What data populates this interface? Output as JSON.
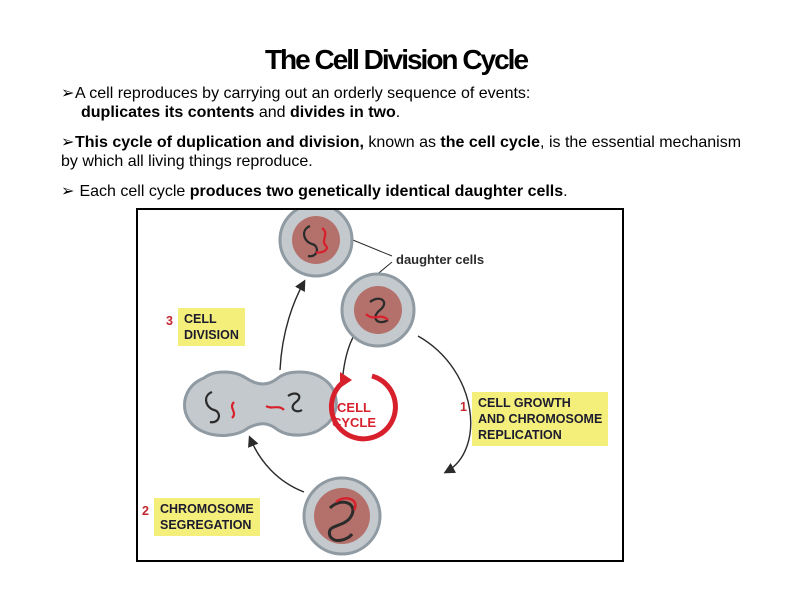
{
  "title": "The Cell Division Cycle",
  "bullets": {
    "b1_pre": "A cell reproduces by carrying out an orderly sequence of events:",
    "b1_bold1": "duplicates its contents",
    "b1_mid": " and ",
    "b1_bold2": "divides in two",
    "b1_end": ".",
    "b2_bold1": "This cycle of duplication and division,",
    "b2_mid": " known as ",
    "b2_bold2": "the cell cycle",
    "b2_end": ", is the essential mechanism by which all living things reproduce.",
    "b3_pre": " Each cell cycle ",
    "b3_bold": "produces two genetically identical daughter cells",
    "b3_end": "."
  },
  "diagram": {
    "daughter_label": "daughter cells",
    "center_line1": "CELL",
    "center_line2": "CYCLE",
    "stage1_num": "1",
    "stage1_line1": "CELL GROWTH",
    "stage1_line2": "AND CHROMOSOME",
    "stage1_line3": "REPLICATION",
    "stage2_num": "2",
    "stage2_line1": "CHROMOSOME",
    "stage2_line2": "SEGREGATION",
    "stage3_num": "3",
    "stage3_line1": "CELL",
    "stage3_line2": "DIVISION"
  },
  "colors": {
    "cell_membrane": "#8f9aa2",
    "nucleus": "#b4706a",
    "chromosome_red": "#d8202c",
    "chromosome_dark": "#2b2b2b",
    "label_bg": "#f4ee7a",
    "stage_number": "#c4262e"
  }
}
